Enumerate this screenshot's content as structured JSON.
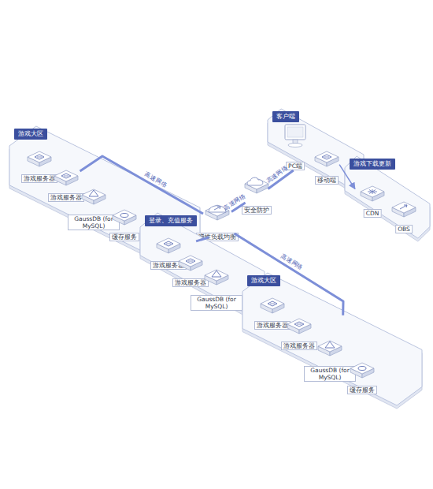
{
  "diagram": {
    "nodes": [
      {
        "text": [
          "客户端"
        ]
      },
      {
        "text": [
          "PC端"
        ],
        "in": 0
      },
      {
        "text": [
          "移动端"
        ],
        "in": 0
      },
      {
        "text": [
          "游戏下载更新"
        ]
      },
      {
        "text": [
          "CDN"
        ],
        "in": 3
      },
      {
        "text": [
          "OBS"
        ],
        "in": 3
      },
      {
        "text": [
          "游戏大区"
        ]
      },
      {
        "text": [
          "游戏服务器"
        ],
        "in": 6
      },
      {
        "text": [
          "游戏服务器"
        ],
        "in": 6
      },
      {
        "text": [
          "GaussDB (for MySQL)"
        ],
        "in": 6
      },
      {
        "text": [
          "缓存服务"
        ],
        "in": 6
      },
      {
        "text": [
          "安全防护"
        ]
      },
      {
        "text": [
          "弹性负载均衡"
        ]
      },
      {
        "text": [
          "登录、充值服务"
        ]
      },
      {
        "text": [
          "游戏服务器"
        ],
        "in": 13
      },
      {
        "text": [
          "游戏服务器"
        ],
        "in": 13
      },
      {
        "text": [
          "GaussDB (for MySQL)"
        ],
        "in": 13
      },
      {
        "text": [
          "游戏大区"
        ]
      },
      {
        "text": [
          "游戏服务器"
        ],
        "in": 17
      },
      {
        "text": [
          "游戏服务器"
        ],
        "in": 17
      },
      {
        "text": [
          "GaussDB (for MySQL)"
        ],
        "in": 17
      },
      {
        "text": [
          "缓存服务"
        ],
        "in": 17
      }
    ],
    "edges": [
      {
        "from": 12,
        "to": 6,
        "label": "高速网络",
        "arrow": "none"
      },
      {
        "from": 12,
        "to": 11,
        "label": "高速网络",
        "arrow": "none"
      },
      {
        "from": 11,
        "to": 1,
        "label": "高速网络",
        "arrow": "none"
      },
      {
        "from": 12,
        "to": 17,
        "label": "高速网络",
        "arrow": "none"
      },
      {
        "from": 12,
        "to": 13,
        "arrow": "none"
      },
      {
        "from": 2,
        "to": 3,
        "arrow": "to"
      }
    ]
  }
}
